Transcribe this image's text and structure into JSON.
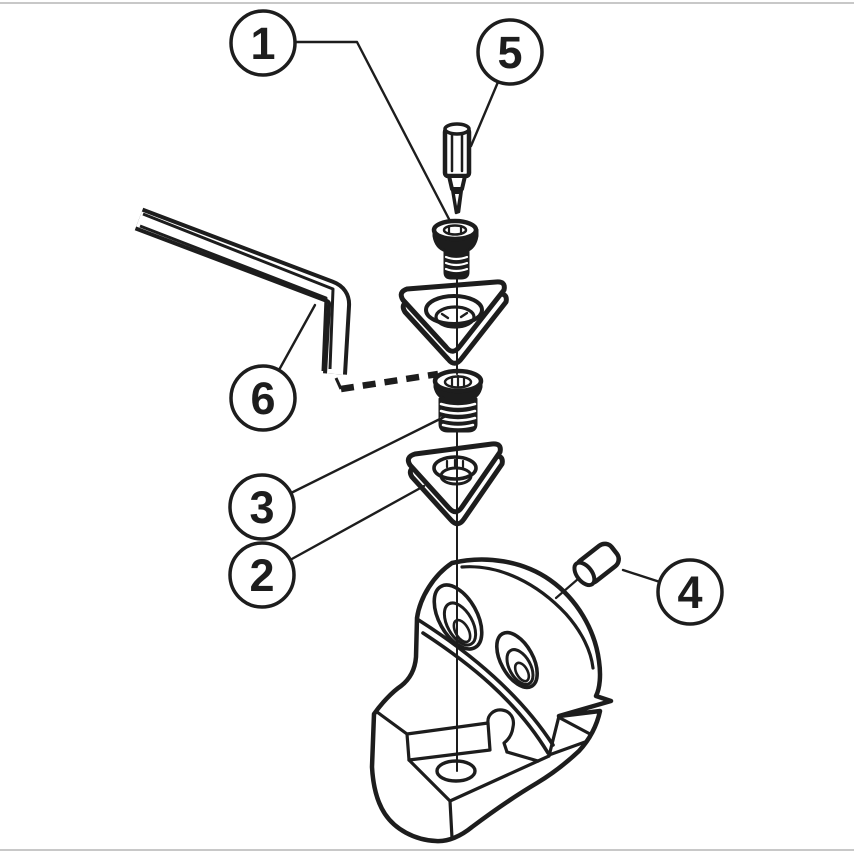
{
  "diagram": {
    "kind": "exploded-assembly-diagram",
    "subject": "indexable-insert tool head assembly",
    "background_color": "#ffffff",
    "line_color": "#1d1d1d",
    "edge_rule_color": "#c8c8c8"
  },
  "callouts": [
    {
      "number": "1",
      "part": "insert-screw"
    },
    {
      "number": "2",
      "part": "shim-seat"
    },
    {
      "number": "3",
      "part": "shim-screw"
    },
    {
      "number": "4",
      "part": "stop-pin"
    },
    {
      "number": "5",
      "part": "driver-bit"
    },
    {
      "number": "6",
      "part": "hex-wrench"
    }
  ],
  "parts": [
    "driver-bit",
    "insert-screw",
    "cutting-insert",
    "shim-screw",
    "shim-seat",
    "hex-wrench",
    "stop-pin",
    "tool-head-body"
  ]
}
